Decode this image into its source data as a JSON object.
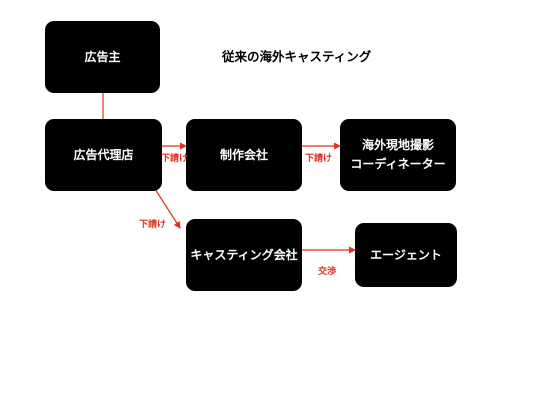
{
  "title": "従来の海外キャスティング",
  "nodes": {
    "advertiser": "広告主",
    "agency": "広告代理店",
    "production": "制作会社",
    "coordinator": [
      "海外現地撮影",
      "コーディネーター"
    ],
    "casting": "キャスティング会社",
    "agent": "エージェント"
  },
  "edge_labels": {
    "agency_to_production": "下請け",
    "production_to_coordinator": "下請け",
    "agency_to_casting": "下請け",
    "casting_to_agent": "交渉"
  },
  "colors": {
    "node_fill": "#000000",
    "node_text": "#ffffff",
    "arrow": "#e0301e"
  }
}
